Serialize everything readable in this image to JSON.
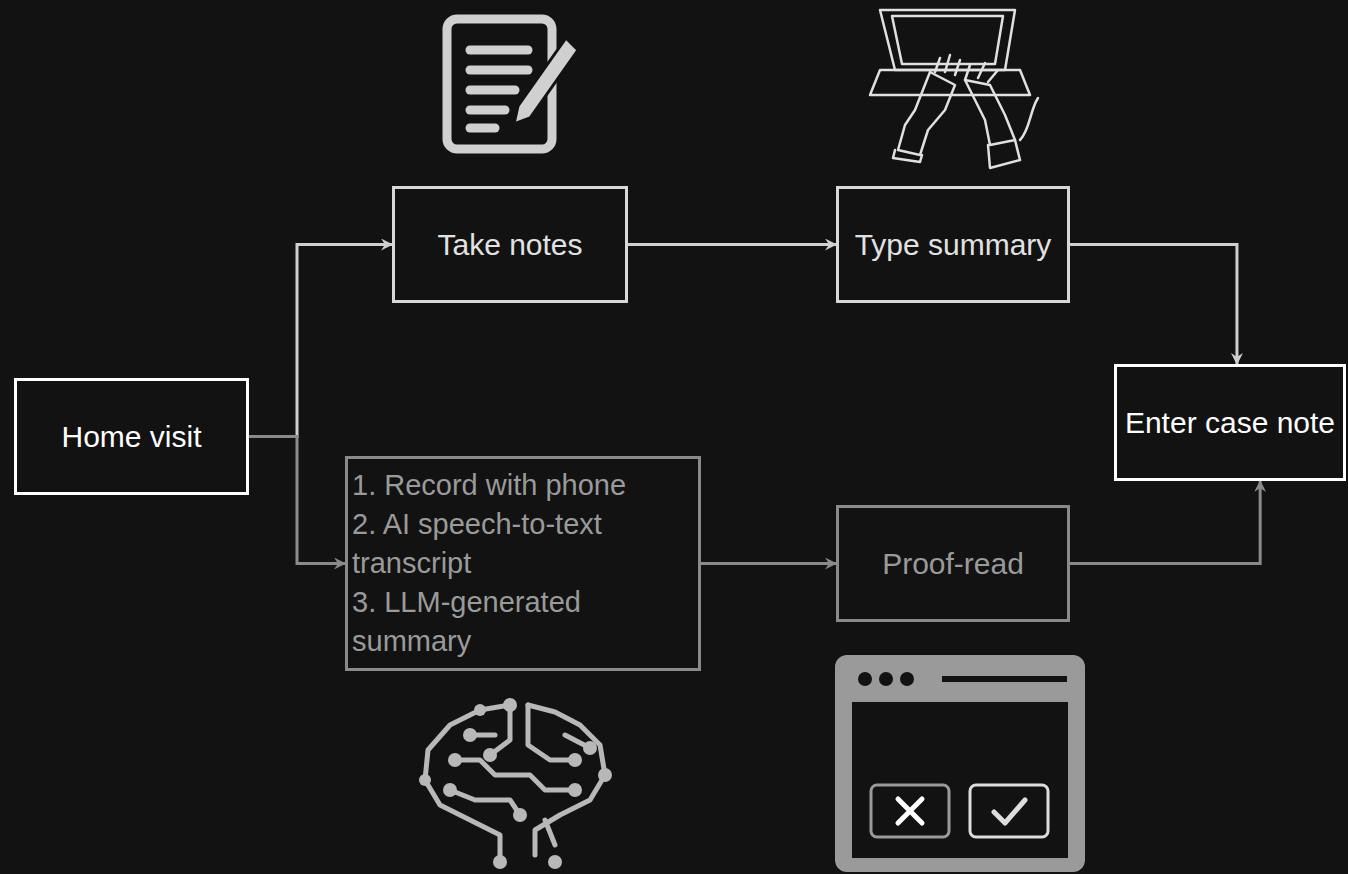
{
  "diagram": {
    "nodes": [
      {
        "text": [
          "Home visit"
        ]
      },
      {
        "text": [
          "Take notes"
        ]
      },
      {
        "text": [
          "Type summary"
        ]
      },
      {
        "text": [
          "Enter case note"
        ]
      },
      {
        "text": [
          "1. Record with phone",
          "2. AI speech-to-text transcript",
          "3. LLM-generated summary"
        ]
      },
      {
        "text": [
          "Proof-read"
        ]
      }
    ],
    "edges": [
      {
        "from": 0,
        "to": 1,
        "arrow": "to"
      },
      {
        "from": 1,
        "to": 2,
        "arrow": "to"
      },
      {
        "from": 2,
        "to": 3,
        "arrow": "to"
      },
      {
        "from": 0,
        "to": 4,
        "arrow": "to"
      },
      {
        "from": 4,
        "to": 5,
        "arrow": "to"
      },
      {
        "from": 5,
        "to": 3,
        "arrow": "to"
      }
    ]
  }
}
